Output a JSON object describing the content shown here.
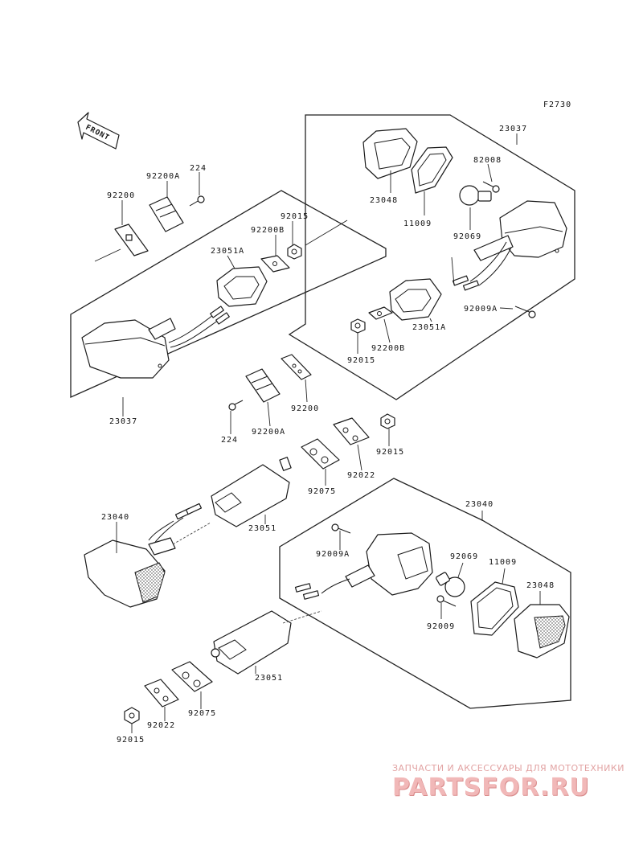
{
  "figure_code": "F2730",
  "front_label": "FRONT",
  "watermark": {
    "tagline": "ЗАПЧАСТИ И АКСЕССУАРЫ ДЛЯ МОТОТЕХНИКИ",
    "brand": "PARTSFOR.RU"
  },
  "part_labels": {
    "p23037_a": "23037",
    "p23037_b": "23037",
    "p23048_a": "23048",
    "p11009_a": "11009",
    "p82008": "82008",
    "p92069_a": "92069",
    "p92009a_a": "92009A",
    "p224_a": "224",
    "p92200a_a": "92200A",
    "p92200_a": "92200",
    "p92015_a": "92015",
    "p92200b_a": "92200B",
    "p23051a_a": "23051A",
    "p23051a_b": "23051A",
    "p92015_b": "92015",
    "p92200b_b": "92200B",
    "p92200_b": "92200",
    "p224_b": "224",
    "p92200a_b": "92200A",
    "p92015_c": "92015",
    "p92022_a": "92022",
    "p92075_a": "92075",
    "p23040_a": "23040",
    "p23040_b": "23040",
    "p23051_a": "23051",
    "p92009a_b": "92009A",
    "p92069_b": "92069",
    "p11009_b": "11009",
    "p23048_b": "23048",
    "p92009": "92009",
    "p23051_b": "23051",
    "p92075_b": "92075",
    "p92022_b": "92022",
    "p92015_d": "92015"
  }
}
